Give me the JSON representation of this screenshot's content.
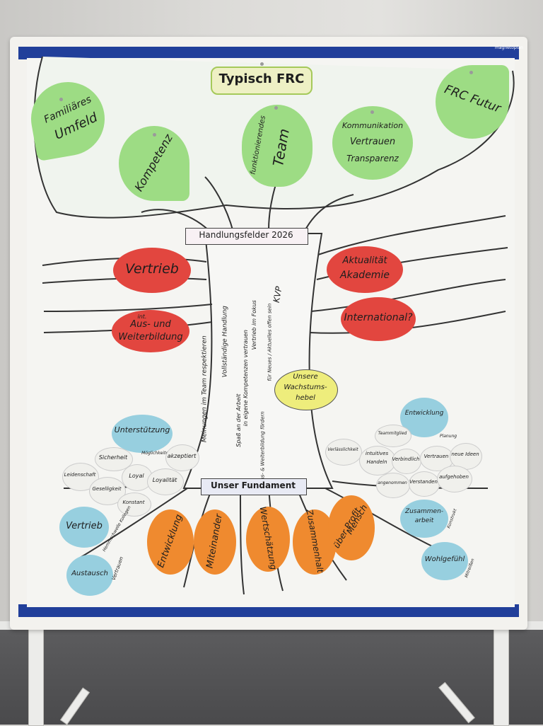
{
  "title": "Typisch FRC",
  "brand": "magnetoplan",
  "leaves": [
    {
      "id": "umfeld",
      "l1": "Familiäres",
      "l2": "Umfeld"
    },
    {
      "id": "kompetenz",
      "l1": "Kompetenz"
    },
    {
      "id": "team",
      "l1": "funktionierendes",
      "l2": "Team"
    },
    {
      "id": "kvt",
      "l1": "Kommunikation",
      "l2": "Vertrauen",
      "l3": "Transparenz"
    },
    {
      "id": "futur",
      "l1": "FRC Futur"
    }
  ],
  "handlungsfelder": {
    "banner": "Handlungsfelder 2026",
    "vertrieb": "Vertrieb",
    "aus_int": "int.",
    "aus_l1": "Aus- und",
    "aus_l2": "Weiterbildung",
    "aktualitaet_l1": "Aktualität",
    "aktualitaet_l2": "Akademie",
    "international": "International?"
  },
  "trunk_text": {
    "kvp": "KVP",
    "c1": "Meinungen im Team respektieren",
    "c2": "Vollständige Handlung",
    "c2b": "Spaß an der Arbeit",
    "c3": "in eigene Kompetenzen vertrauen",
    "c4": "Vertrieb im Fokus",
    "c5": "für Neues / Aktuelles offen sein",
    "c6": "Aus- & Weiterbildung fördern"
  },
  "wachstum": {
    "l1": "Unsere",
    "l2": "Wachstums-",
    "l3": "hebel"
  },
  "fundament_banner": "Unser Fundament",
  "left_cloud": {
    "unterstuetzung": "Unterstützung",
    "moeglichkeiten": "Möglichkeiten",
    "sicherheit": "Sicherheit",
    "akzeptiert": "akzeptiert",
    "leidenschaft": "Leidenschaft",
    "geselligkeit": "Geselligkeit",
    "loyal": "Loyal",
    "loyalitaet": "Loyalität",
    "konstant": "Konstant",
    "vertrieb": "Vertrieb",
    "hemmschwellen": "Hemmschwelle Kollegen",
    "austausch": "Austausch",
    "vertrauen": "Vertrauen"
  },
  "right_cloud": {
    "entwicklung": "Entwicklung",
    "planung": "Planung",
    "teammitglied": "Teammitglied",
    "verlaesslichkeit": "Verlässlichkeit",
    "intuitives_l1": "intuitives",
    "intuitives_l2": "Handeln",
    "verbindlich": "Verbindlich",
    "vertrauen": "Vertrauen",
    "neue_ideen": "neue Ideen",
    "angenommen": "angenommen",
    "verstanden": "Verstanden",
    "aufgehoben": "aufgehoben",
    "zusammenarbeit_l1": "Zusammen-",
    "zusammenarbeit_l2": "arbeit",
    "konstrukt": "Konstrukt",
    "wohlgefuehl": "Wohlgefühl",
    "mitreissen": "Mitreißen"
  },
  "roots": {
    "entwicklung": "Entwicklung",
    "miteinander": "Miteinander",
    "wertschaetzung": "Wertschätzung",
    "zusammenhalt": "Zusammenhalt",
    "mensch_l1": "Mensch",
    "mensch_l2": "über Profit"
  },
  "colors": {
    "leaf_green": "#9ddc84",
    "red_card": "#e2463f",
    "orange_card": "#ef8a2f",
    "blue_card": "#97cfdf",
    "yellow_card": "#eeed7c",
    "board_blue": "#213f9a"
  }
}
